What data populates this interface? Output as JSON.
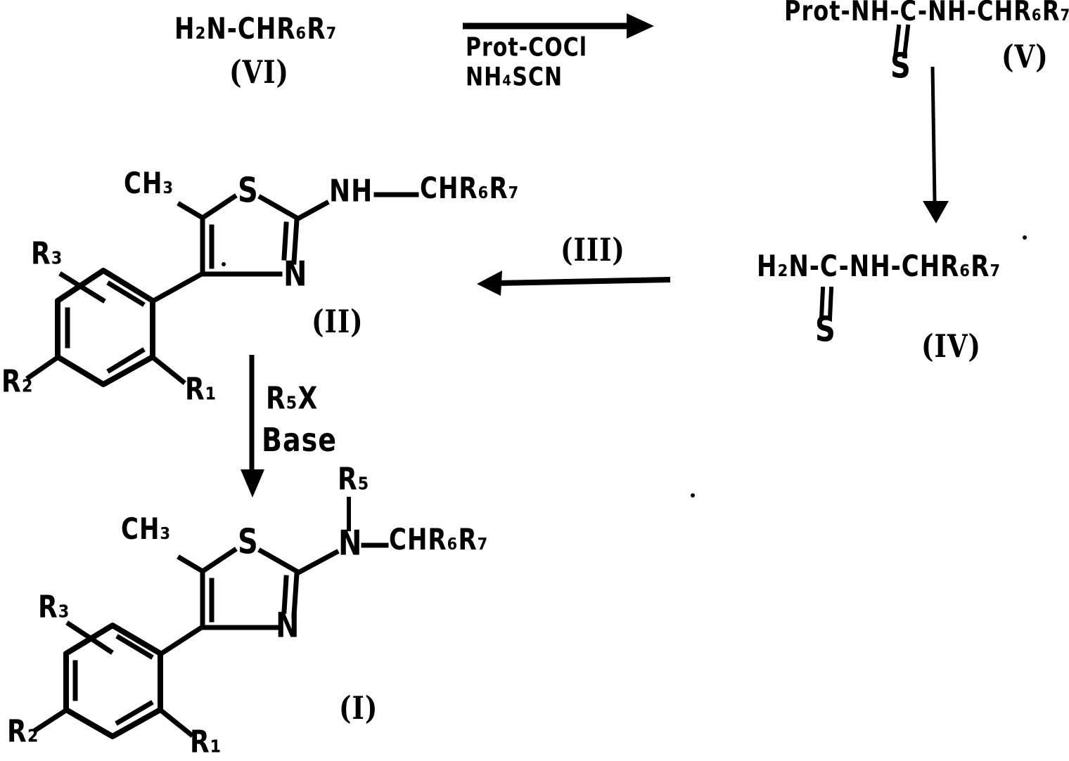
{
  "colors": {
    "ink": "#000000",
    "background": "#ffffff"
  },
  "compounds": {
    "vi": {
      "formula": "H₂N-CHR₆R₇",
      "label": "(VI)"
    },
    "v": {
      "formula": "Prot-NH-C-NH-CHR₆R₇",
      "thione_s": "S",
      "label": "(V)"
    },
    "iv": {
      "formula": "H₂N-C-NH-CHR₆R₇",
      "thione_s": "S",
      "label": "(IV)"
    },
    "ii": {
      "label": "(II)",
      "methyl": "CH₃",
      "ring_s": "S",
      "nh": "NH",
      "side_chain": "CHR₆R₇",
      "ring_n": "N",
      "aryl": {
        "r1": "R₁",
        "r2": "R₂",
        "r3": "R₃"
      }
    },
    "i": {
      "label": "(I)",
      "methyl": "CH₃",
      "ring_s": "S",
      "r5": "R₅",
      "exo_n": "N",
      "side_chain": "CHR₆R₇",
      "ring_n": "N",
      "aryl": {
        "r1": "R₁",
        "r2": "R₂",
        "r3": "R₃"
      }
    }
  },
  "reactions": {
    "vi_to_v": {
      "arrow": "right",
      "reagents": [
        "Prot-COCl",
        "NH₄SCN"
      ]
    },
    "v_to_iv": {
      "arrow": "down"
    },
    "iv_to_ii": {
      "arrow": "left",
      "label": "(III)"
    },
    "ii_to_i": {
      "arrow": "down",
      "reagents": [
        "R₅X",
        "Base"
      ]
    }
  }
}
